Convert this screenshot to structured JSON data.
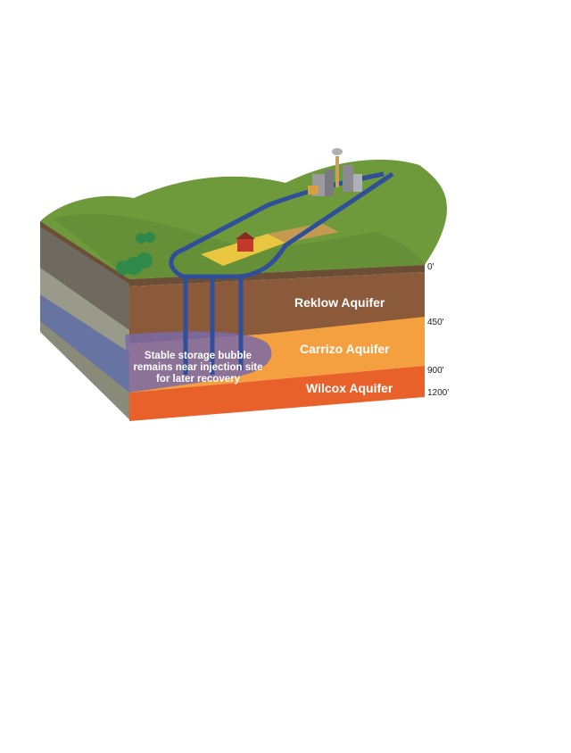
{
  "layers": [
    {
      "name": "Reklow Aquifer",
      "color": "#8a5a3a"
    },
    {
      "name": "Carrizo Aquifer",
      "color": "#f4a040"
    },
    {
      "name": "Wilcox Aquifer",
      "color": "#e8602a"
    }
  ],
  "depths": [
    "0'",
    "450'",
    "900'",
    "1200'"
  ],
  "bubble_text": [
    "Stable storage bubble",
    "remains near injection site",
    "for later recovery"
  ]
}
